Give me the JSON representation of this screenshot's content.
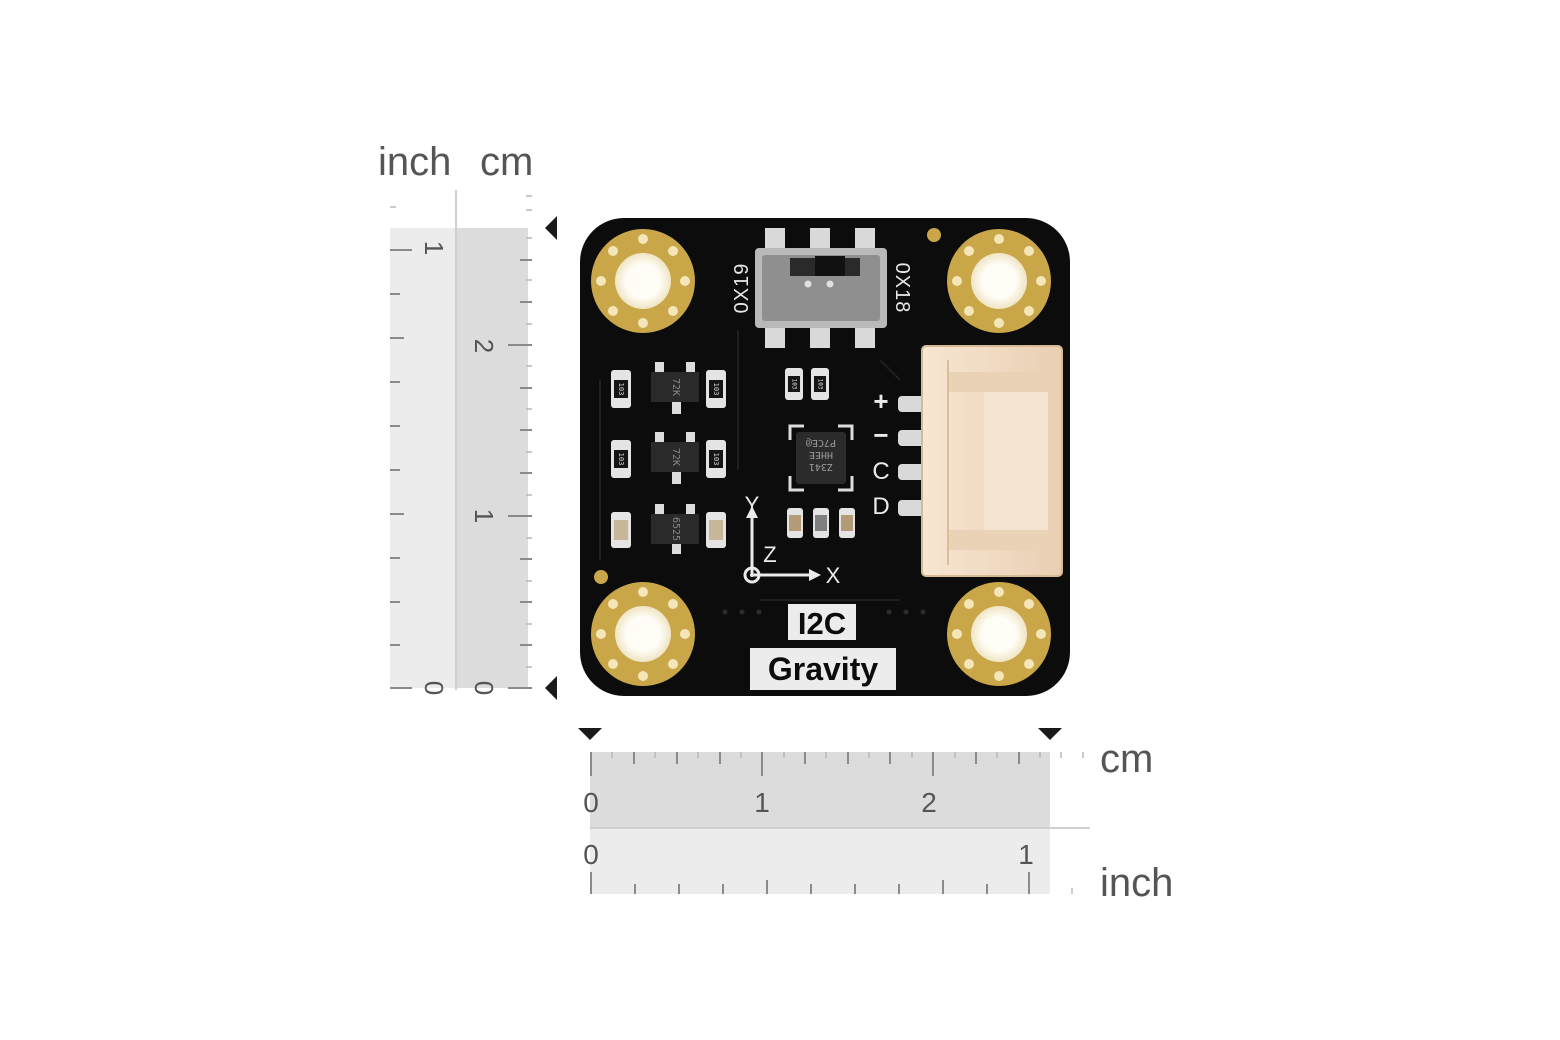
{
  "vertical_ruler": {
    "inch_label": "inch",
    "cm_label": "cm",
    "inch_ticks": [
      "0",
      "1"
    ],
    "cm_ticks": [
      "0",
      "1",
      "2"
    ]
  },
  "horizontal_ruler": {
    "cm_label": "cm",
    "inch_label": "inch",
    "cm_ticks": [
      "0",
      "1",
      "2"
    ],
    "inch_ticks": [
      "0",
      "1"
    ]
  },
  "board": {
    "switch_left_label": "0X19",
    "switch_right_label": "0X18",
    "pin_labels": [
      "+",
      "−",
      "C",
      "D"
    ],
    "axis_labels": {
      "x": "X",
      "y": "Y",
      "z": "Z"
    },
    "interface_label": "I2C",
    "brand_label": "Gravity",
    "chip_marking": [
      "P7CE@",
      "HHEE",
      "Z341"
    ],
    "resistor_marking": "103",
    "transistor_marking_1": "72K",
    "transistor_marking_2": "72K",
    "regulator_marking": "6525"
  },
  "colors": {
    "pcb": "#0c0c0c",
    "gold": "#c9a648",
    "connector": "#f2dcc3",
    "ruler_dark": "#dcdcdc",
    "ruler_light": "#ececec",
    "ruler_ink": "#555555"
  }
}
